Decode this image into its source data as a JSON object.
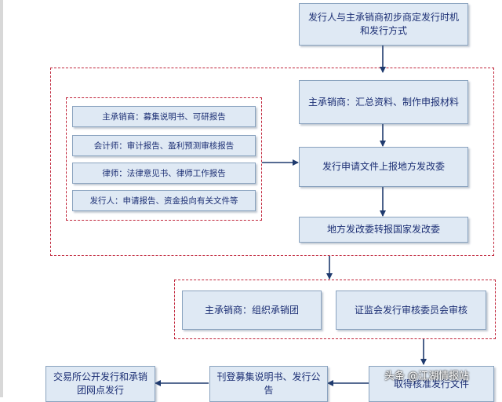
{
  "nodes": {
    "issuer_underwriter": "发行人与主承销商初步商定发行时机和发行方式",
    "underwriter_compile": "主承销商：汇总资料、制作申报材料",
    "underwriter_docs": "主承销商：募集说明书、可研报告",
    "accountant": "会计师：审计报告、盈利预测审核报告",
    "lawyer": "律师：法律意见书、律师工作报告",
    "issuer_docs": "发行人：申请报告、资金投向有关文件等",
    "submit_local": "发行申请文件上报地方发改委",
    "local_to_national": "地方发改委转报国家发改委",
    "underwriting_syndicate": "主承销商：组织承销团",
    "csrc_review": "证监会发行审核委员会审核",
    "exchange_issue": "交易所公开发行和承销团网点发行",
    "publish_prospectus": "刊登募集说明书、发行公告",
    "approval_docs": "取得核准发行文件"
  },
  "watermark": "头条 @江湖情报站"
}
